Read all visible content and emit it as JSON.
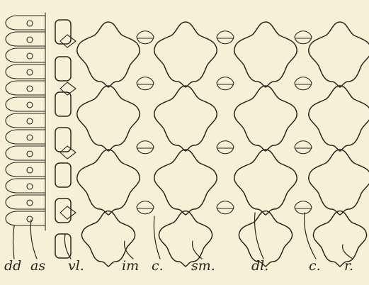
{
  "figure": {
    "labels": {
      "dd": "dd",
      "as": "as",
      "vl": "vl.",
      "im": "im",
      "c_inner": "c.",
      "sm": "sm.",
      "dl": "dl.",
      "c_outer": "c.",
      "r": "r."
    }
  }
}
